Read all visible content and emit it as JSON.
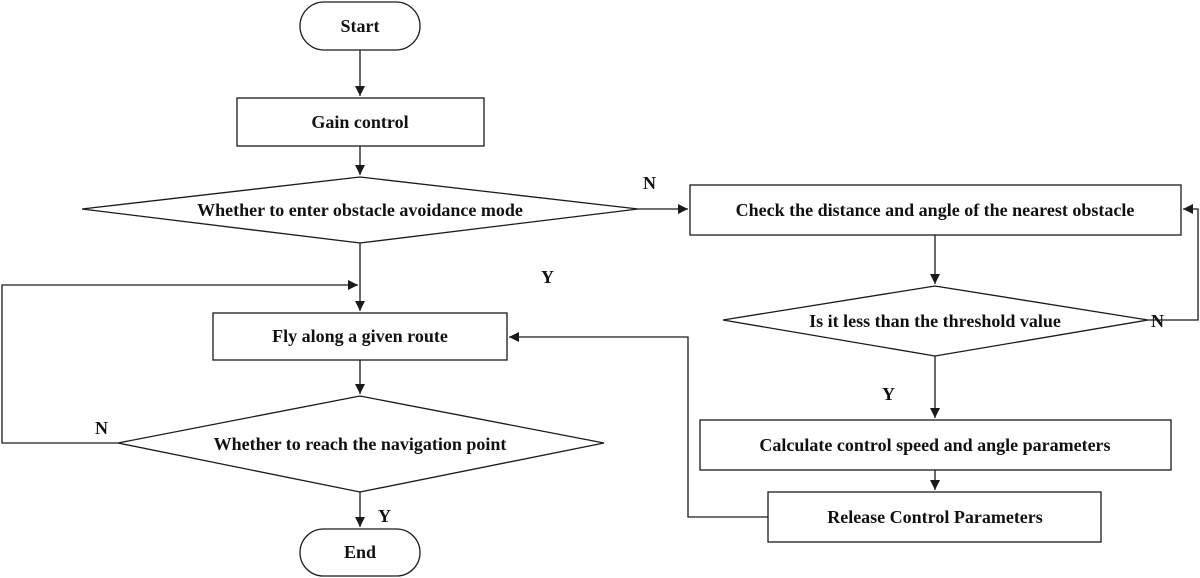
{
  "nodes": {
    "start": "Start",
    "gain_control": "Gain control",
    "enter_mode": "Whether to enter obstacle avoidance mode",
    "check_distance": "Check the distance and angle of the nearest obstacle",
    "threshold": "Is it less than the threshold value",
    "fly_route": "Fly along a given route",
    "calc_params": "Calculate control speed and angle parameters",
    "reach_point": "Whether to reach the navigation point",
    "release_params": "Release Control Parameters",
    "end": "End"
  },
  "edge_labels": {
    "mode_no": "N",
    "mode_yes": "Y",
    "threshold_no": "N",
    "threshold_yes": "Y",
    "reach_no": "N",
    "reach_yes": "Y"
  }
}
